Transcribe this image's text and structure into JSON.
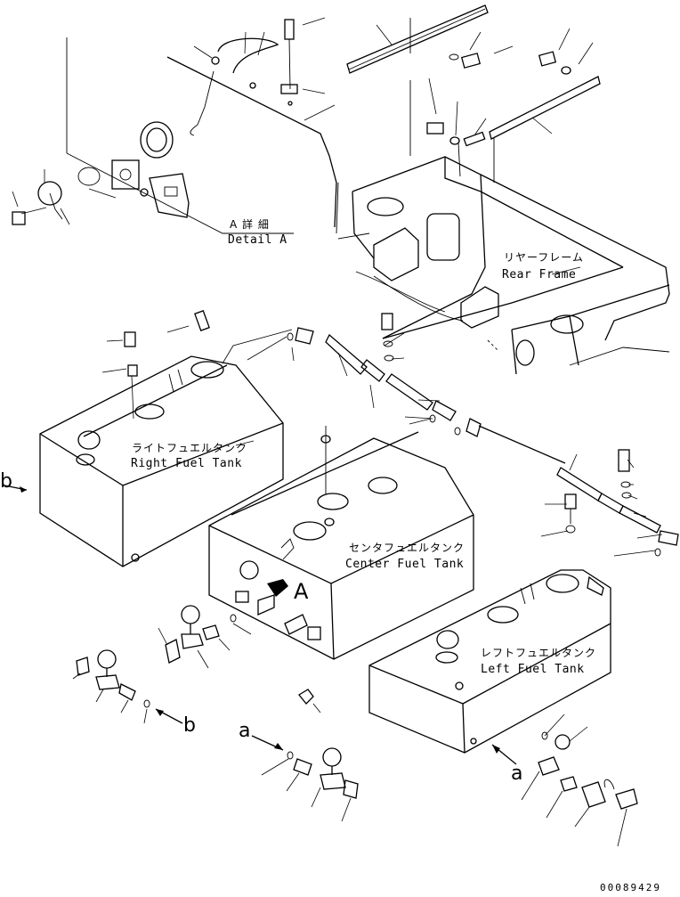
{
  "labels": {
    "detail_jp": "A 詳 細",
    "detail_en": "Detail A",
    "rear_frame_jp": "リヤーフレーム",
    "rear_frame_en": "Rear Frame",
    "right_tank_jp": "ライトフュエルタンク",
    "right_tank_en": "Right Fuel Tank",
    "center_tank_jp": "センタフュエルタンク",
    "center_tank_en": "Center Fuel Tank",
    "left_tank_jp": "レフトフュエルタンク",
    "left_tank_en": "Left Fuel Tank"
  },
  "refs": {
    "b_left": "b",
    "b_bottom": "b",
    "a_bottom": "a",
    "a_right": "a",
    "A_arrow": "A"
  },
  "document_number": "00089429"
}
